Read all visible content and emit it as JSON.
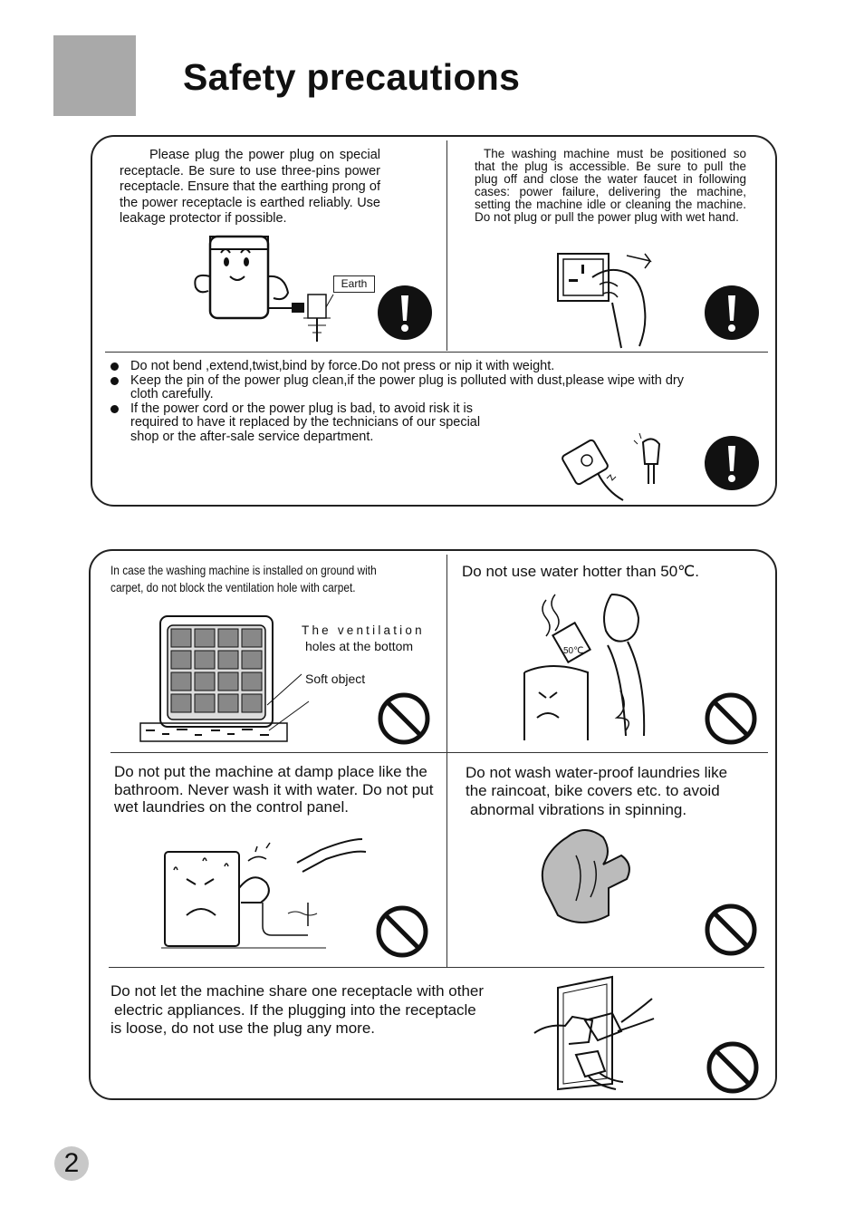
{
  "page": {
    "title": "Safety precautions",
    "page_number": "2"
  },
  "panel1": {
    "plug_text": "Please plug the power plug on special receptacle. Be sure to use three-pins power receptacle. Ensure that the earthing prong of the power receptacle is earthed reliably. Use leakage protector if possible.",
    "earth_label": "Earth",
    "position_text": "The washing machine must be positioned so that the plug is accessible. Be sure to pull the plug off and close the water faucet in following cases: power failure, delivering the machine, setting the machine idle or cleaning the machine. Do not plug or pull the power plug with wet hand.",
    "cord_bullets": [
      "Do not bend ,extend,twist,bind by force.Do not press or nip it with weight.",
      "Keep the pin of the power plug clean,if the power plug is polluted with dust,please wipe with dry cloth carefully.",
      "If the power cord or the power plug is bad, to avoid risk it is required to have it replaced by the technicians of our special shop or the after-sale service department."
    ]
  },
  "panel2": {
    "carpet_text_line1": "In case the washing machine is installed on ground with",
    "carpet_text_line2": "carpet, do not block the ventilation hole with carpet.",
    "ventilation_label_1": "The ventilation",
    "ventilation_label_2": "holes at the bottom",
    "soft_object_label": "Soft object",
    "hot_water_text": "Do not use water hotter than 50℃.",
    "hot_water_tag": "50℃",
    "damp_text": "Do not put the machine at damp place like the bathroom. Never wash it with water. Do not put wet laundries on the control panel.",
    "waterproof_text_1": "Do not wash water-proof laundries like",
    "waterproof_text_2": "the raincoat, bike covers etc. to avoid",
    "waterproof_text_3": "abnormal vibrations in spinning.",
    "receptacle_text_1": "Do not let the machine share one receptacle with other",
    "receptacle_text_2": "electric appliances. If the plugging into the receptacle",
    "receptacle_text_3": "is loose, do not use the plug any more."
  },
  "icons": [
    "exclamation-warning-icon",
    "prohibition-icon"
  ]
}
